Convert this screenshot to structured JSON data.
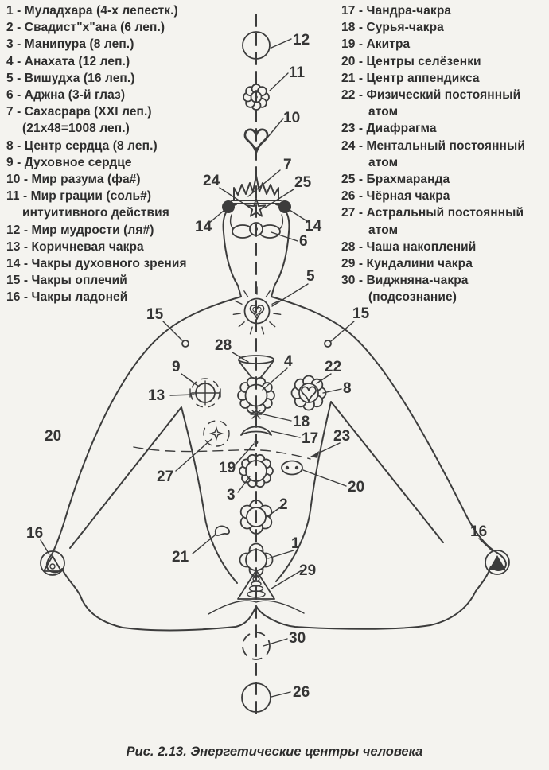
{
  "colors": {
    "paper": "#f4f3ef",
    "ink": "#3c3c3c"
  },
  "caption": "Рис. 2.13. Энергетические центры человека",
  "legend_left": {
    "lines": [
      {
        "text": "1 - Муладхара (4-х лепестк.)",
        "ind": false
      },
      {
        "text": "2 - Свадист\"х\"ана (6 леп.)",
        "ind": false
      },
      {
        "text": "3 - Манипура (8 леп.)",
        "ind": false
      },
      {
        "text": "4 - Анахата (12 леп.)",
        "ind": false
      },
      {
        "text": "5 - Вишудха (16 леп.)",
        "ind": false
      },
      {
        "text": "6 - Аджна (3-й глаз)",
        "ind": false
      },
      {
        "text": "7 - Сахасрара (XXI леп.)",
        "ind": false
      },
      {
        "text": "(21х48=1008 леп.)",
        "ind": true
      },
      {
        "text": "8 - Центр сердца (8 леп.)",
        "ind": false
      },
      {
        "text": "9 - Духовное сердце",
        "ind": false
      },
      {
        "text": "10 - Мир разума (фа#)",
        "ind": false
      },
      {
        "text": "11 - Мир грации (соль#)",
        "ind": false
      },
      {
        "text": "интуитивного действия",
        "ind": true
      },
      {
        "text": "12 - Мир мудрости (ля#)",
        "ind": false
      },
      {
        "text": "13 - Коричневая чакра",
        "ind": false
      },
      {
        "text": "14 - Чакры духовного зрения",
        "ind": false
      },
      {
        "text": "15 - Чакры оплечий",
        "ind": false
      },
      {
        "text": "16 - Чакры ладоней",
        "ind": false
      }
    ]
  },
  "legend_right": {
    "lines": [
      {
        "text": "17 - Чандра-чакра",
        "ind": false
      },
      {
        "text": "18 - Сурья-чакра",
        "ind": false
      },
      {
        "text": "19 - Акитра",
        "ind": false
      },
      {
        "text": "20 - Центры селёзенки",
        "ind": false
      },
      {
        "text": "21 - Центр аппендикса",
        "ind": false
      },
      {
        "text": "22 - Физический постоянный",
        "ind": false
      },
      {
        "text": "атом",
        "ind": true
      },
      {
        "text": "23 - Диафрагма",
        "ind": false
      },
      {
        "text": "24 - Ментальный постоянный",
        "ind": false
      },
      {
        "text": "атом",
        "ind": true
      },
      {
        "text": "25 - Брахмаранда",
        "ind": false
      },
      {
        "text": "26 - Чёрная чакра",
        "ind": false
      },
      {
        "text": "27 - Астральный постоянный",
        "ind": false
      },
      {
        "text": "атом",
        "ind": true
      },
      {
        "text": "28 - Чаша накоплений",
        "ind": false
      },
      {
        "text": "29 - Кундалини чакра",
        "ind": false
      },
      {
        "text": "30 - Виджняна-чакра",
        "ind": false
      },
      {
        "text": "(подсознание)",
        "ind": true
      }
    ]
  },
  "diagram": {
    "callouts": {
      "c12": "12",
      "c11": "11",
      "c10": "10",
      "c7": "7",
      "c24": "24",
      "c25": "25",
      "c14L": "14",
      "c14R": "14",
      "c6": "6",
      "c5": "5",
      "c15L": "15",
      "c15R": "15",
      "c28": "28",
      "c4": "4",
      "c9": "9",
      "c13": "13",
      "c22": "22",
      "c8": "8",
      "c18": "18",
      "c17": "17",
      "c27": "27",
      "c19": "19",
      "c23": "23",
      "c20L": "20",
      "c20R": "20",
      "c3": "3",
      "c2": "2",
      "c21": "21",
      "c1": "1",
      "c29": "29",
      "c16L": "16",
      "c16R": "16",
      "c30": "30",
      "c26": "26"
    }
  }
}
